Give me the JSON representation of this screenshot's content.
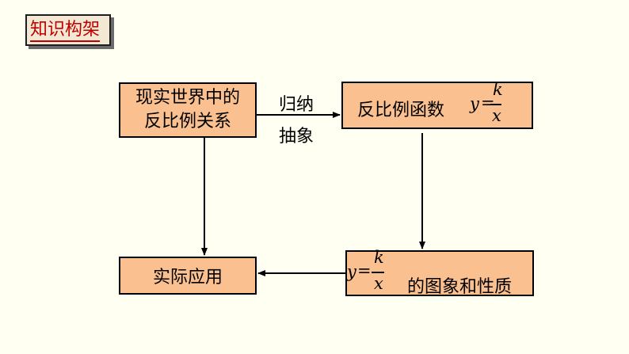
{
  "header": {
    "title": "知识构架"
  },
  "diagram": {
    "nodes": {
      "real_world": {
        "line1": "现实世界中的",
        "line2": "反比例关系"
      },
      "function": {
        "text": "反比例函数",
        "formula_y": "y",
        "formula_eq": "=",
        "formula_num": "k",
        "formula_den": "x"
      },
      "graph": {
        "formula_y": "y",
        "formula_eq": "=",
        "formula_num": "k",
        "formula_den": "x",
        "text": "的图象和性质"
      },
      "application": {
        "text": "实际应用"
      }
    },
    "edges": {
      "abstract_label_top": "归纳",
      "abstract_label_bottom": "抽象"
    },
    "colors": {
      "box_fill": "#fac090",
      "title_text": "#c00000",
      "background": "#fffff2"
    }
  }
}
